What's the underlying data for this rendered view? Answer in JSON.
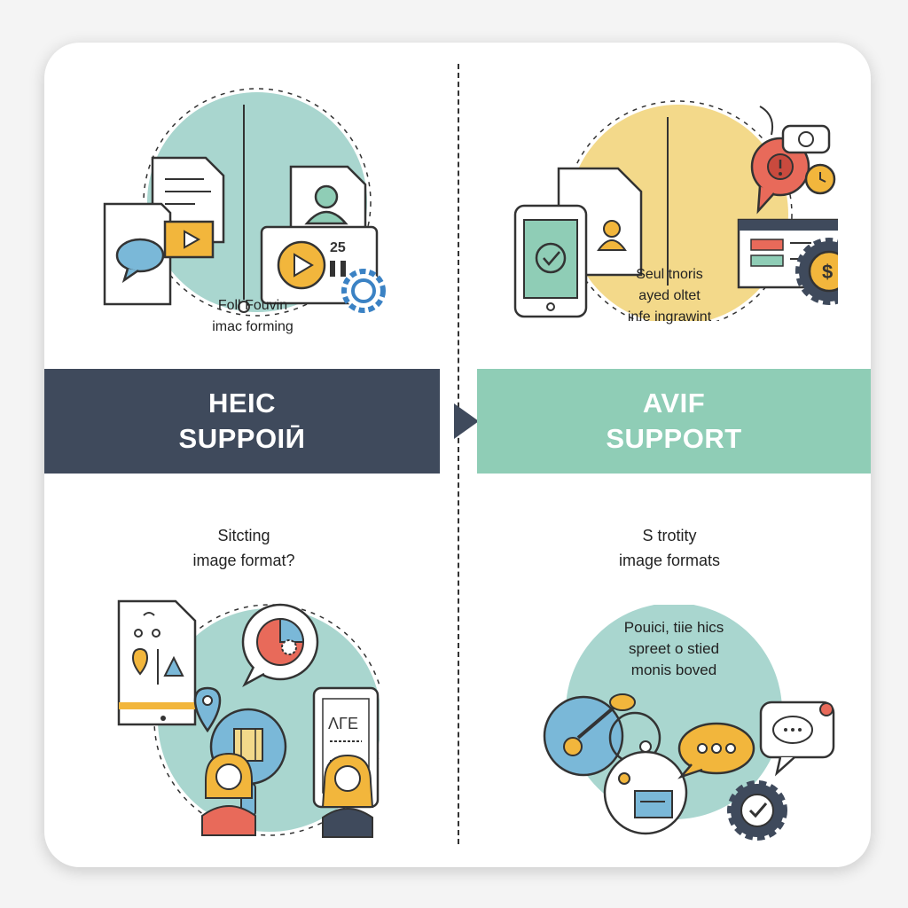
{
  "colors": {
    "navy": "#3f4a5c",
    "mint": "#8fcdb6",
    "teal_circle": "#a9d6cf",
    "yellow_circle": "#f3d98a",
    "orange": "#f2b63c",
    "coral": "#e86a5a",
    "blue": "#7ab8d8"
  },
  "top_left": {
    "caption_1": "Foll Fouvin",
    "caption_2": "imac forming"
  },
  "top_right": {
    "caption_1": "Seul tnoris",
    "caption_2": "ayed oltet",
    "caption_3": "infe ingrawint"
  },
  "banner_left": {
    "line_1": "HEIC",
    "line_2": "SUPPOIӢ"
  },
  "banner_right": {
    "line_1": "AVIF",
    "line_2": "SUPPORT"
  },
  "bottom_left": {
    "caption_1": "Sitcting",
    "caption_2": "image format?"
  },
  "bottom_right": {
    "caption_1": "S trotity",
    "caption_2": "image formats"
  },
  "bottom_right_bubble": {
    "line_1": "Pouici, tiie hics",
    "line_2": "spreet o stied",
    "line_3": "monis boved"
  },
  "icons": {
    "top_left": [
      "document-icon",
      "chat-bubble-icon",
      "video-icon",
      "user-profile-icon",
      "play-button-icon",
      "gear-icon"
    ],
    "top_right": [
      "tablet-check-icon",
      "user-profile-icon",
      "alert-bubble-icon",
      "clock-icon",
      "browser-window-icon",
      "currency-gear-icon"
    ],
    "bottom_left": [
      "map-document-icon",
      "location-pin-icon",
      "pie-chart-bubble-icon",
      "tablet-document-icon",
      "lightbulb-icon",
      "woman-avatar-icon",
      "girl-avatar-icon"
    ],
    "bottom_right": [
      "music-circle-icon",
      "chat-dots-icon",
      "message-icon",
      "gear-check-icon",
      "person-circle-icon"
    ]
  }
}
